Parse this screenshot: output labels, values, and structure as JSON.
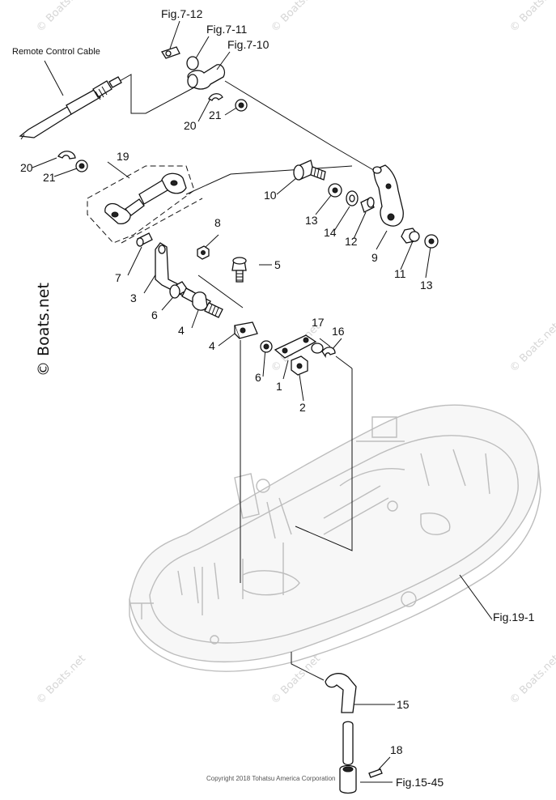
{
  "labels": {
    "fig_7_12": "Fig.7-12",
    "fig_7_11": "Fig.7-11",
    "fig_7_10": "Fig.7-10",
    "remote_control_cable": "Remote Control Cable",
    "fig_19_1": "Fig.19-1",
    "fig_15_45": "Fig.15-45"
  },
  "part_numbers": {
    "p1": "1",
    "p2": "2",
    "p3": "3",
    "p4a": "4",
    "p4b": "4",
    "p5": "5",
    "p6a": "6",
    "p6b": "6",
    "p7": "7",
    "p8": "8",
    "p9": "9",
    "p10": "10",
    "p11": "11",
    "p12": "12",
    "p13a": "13",
    "p13b": "13",
    "p14": "14",
    "p15": "15",
    "p16": "16",
    "p17": "17",
    "p18": "18",
    "p19": "19",
    "p20a": "20",
    "p20b": "20",
    "p21a": "21",
    "p21b": "21"
  },
  "watermark": {
    "text": "© Boats.net"
  },
  "copyright": "Copyright 2018 Tohatsu America Corporation"
}
